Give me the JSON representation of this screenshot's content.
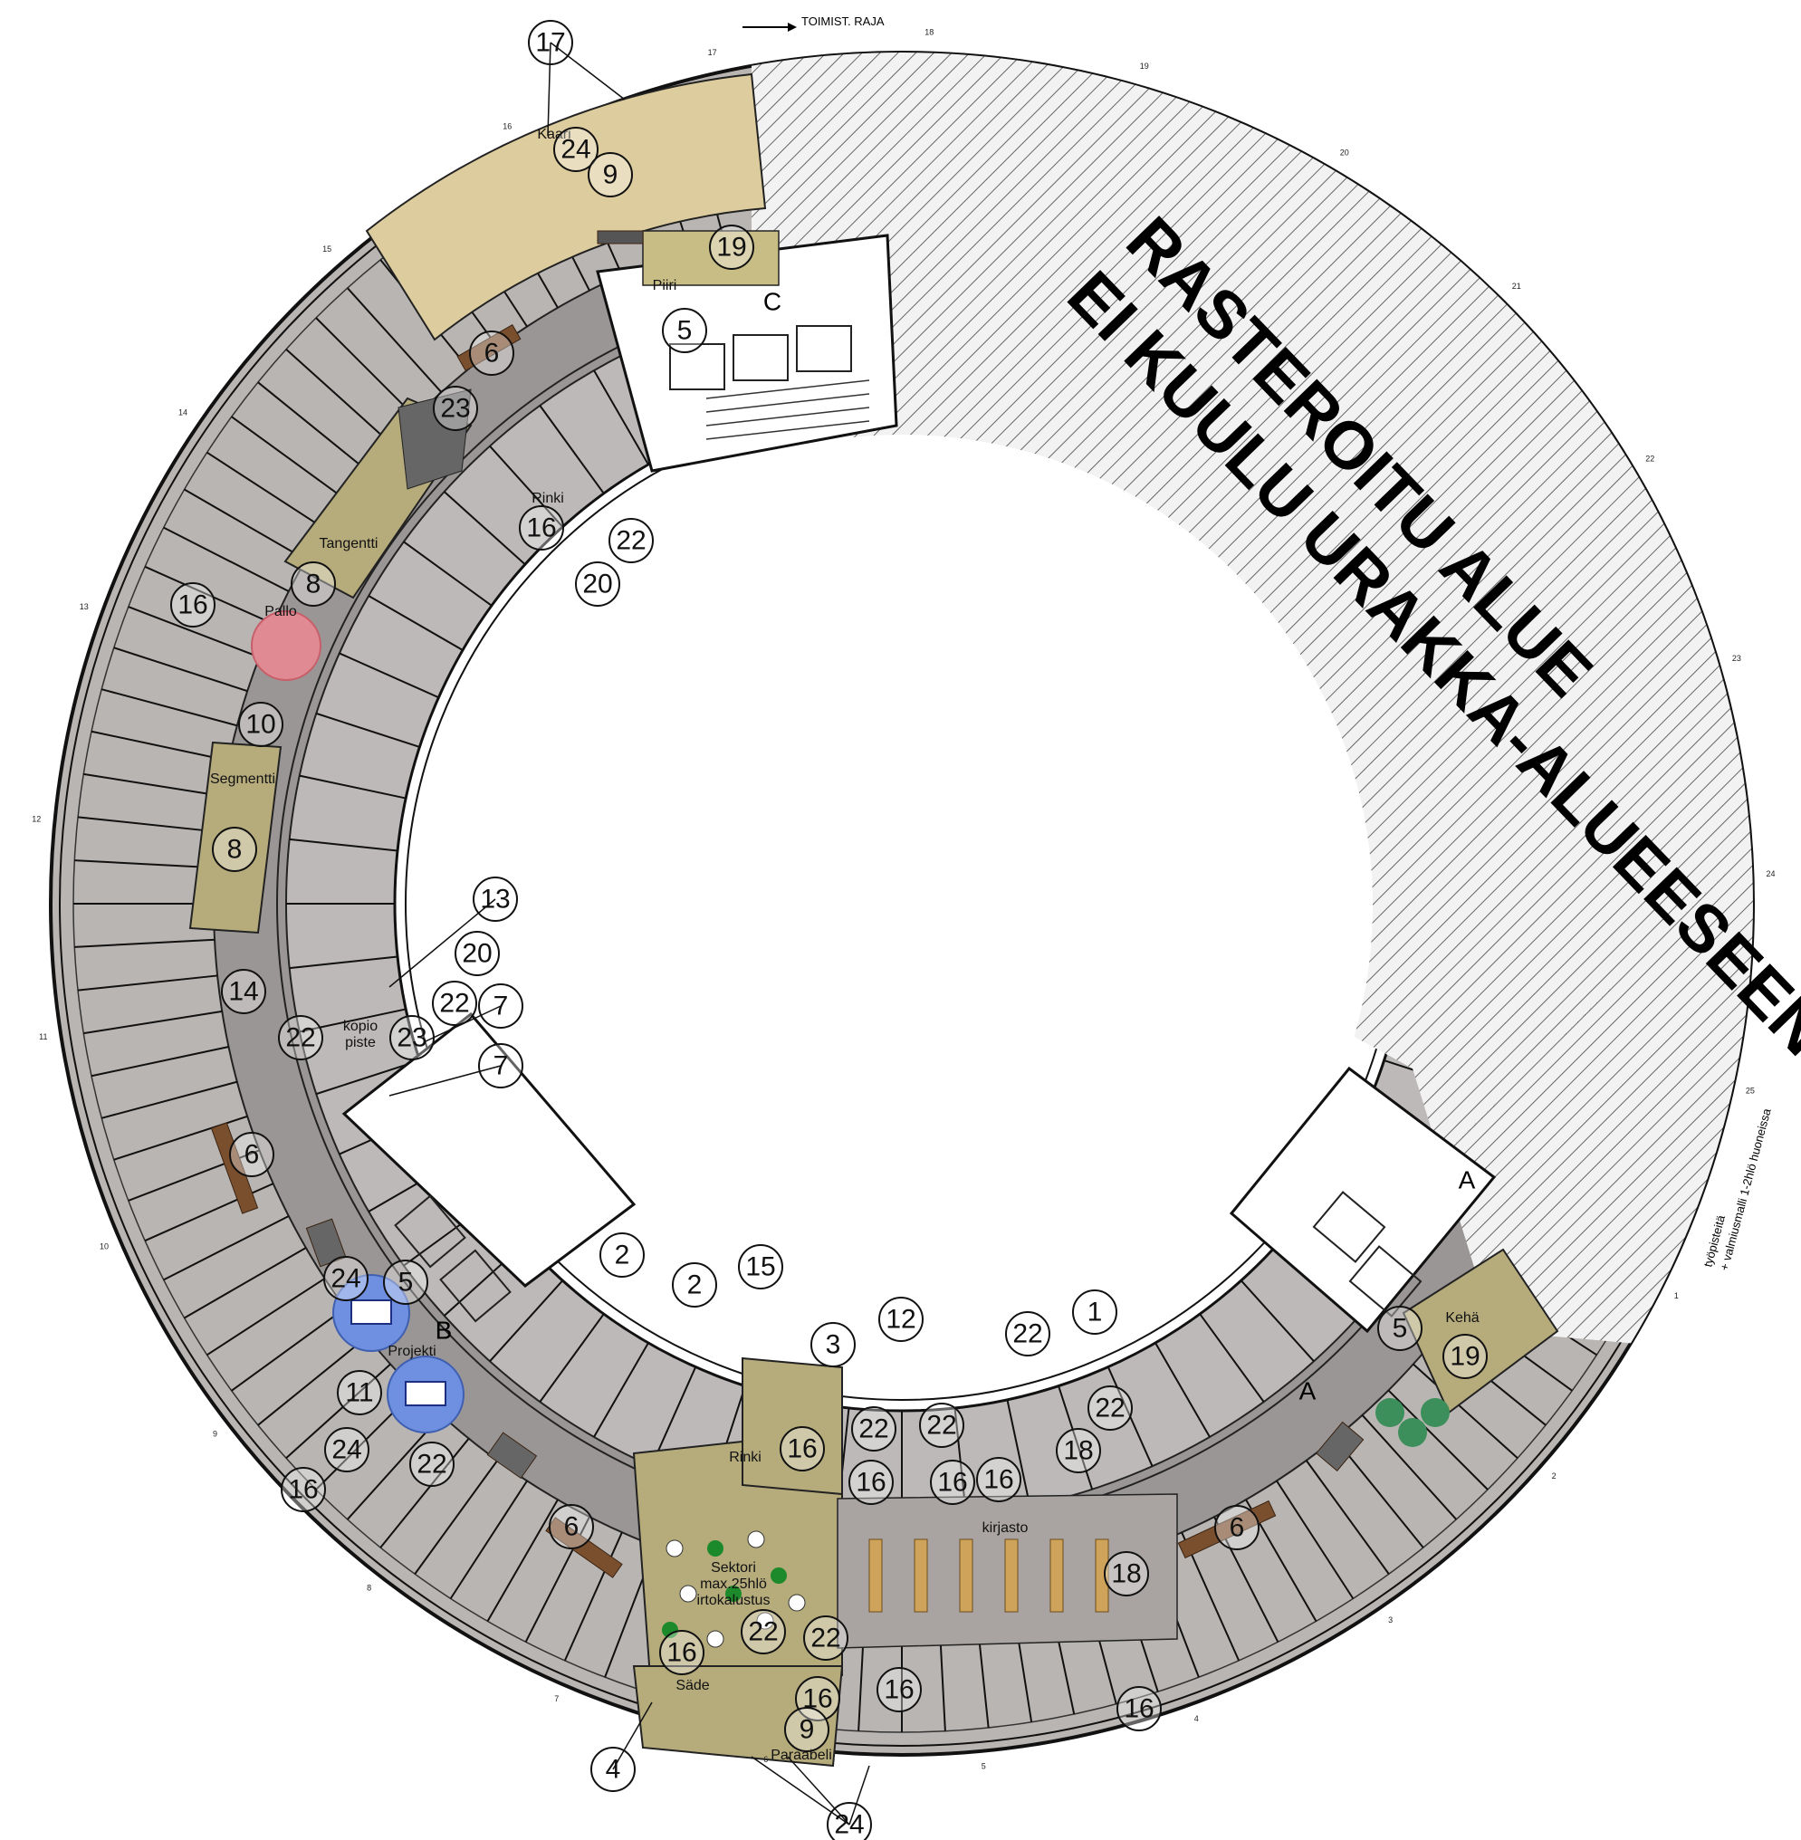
{
  "drawing": {
    "excluded_area_line1": "RASTEROITU ALUE",
    "excluded_area_line2": "EI KUULU URAKKA-ALUEESEEN",
    "boundary_note": "TOIMIST. RAJA",
    "rotated_note_line1": "työpisteitä",
    "rotated_note_line2": "+ valmiusmalli 1-2hlö huoneissa"
  },
  "zones": [
    {
      "id": "A",
      "label": "A"
    },
    {
      "id": "A2",
      "label": "A"
    },
    {
      "id": "B",
      "label": "B"
    },
    {
      "id": "C",
      "label": "C"
    }
  ],
  "rooms": [
    {
      "id": "piiri",
      "label": "Piiri"
    },
    {
      "id": "rinki-top",
      "label": "Rinki"
    },
    {
      "id": "tangentti",
      "label": "Tangentti"
    },
    {
      "id": "pallo",
      "label": "Pallo"
    },
    {
      "id": "segmentti",
      "label": "Segmentti"
    },
    {
      "id": "kopio1",
      "label": "kopio"
    },
    {
      "id": "kopio2",
      "label": "piste"
    },
    {
      "id": "projekti",
      "label": "Projekti"
    },
    {
      "id": "rinki-bottom",
      "label": "Rinki"
    },
    {
      "id": "tori1",
      "label": "Sektori"
    },
    {
      "id": "tori2",
      "label": "max.25hlö"
    },
    {
      "id": "tori3",
      "label": "irtokalustus"
    },
    {
      "id": "sade",
      "label": "Säde"
    },
    {
      "id": "paraabeli",
      "label": "Paraabeli"
    },
    {
      "id": "kirjasto",
      "label": "kirjasto"
    },
    {
      "id": "keha",
      "label": "Kehä"
    },
    {
      "id": "kaari",
      "label": "Kaari"
    }
  ],
  "callouts": [
    {
      "id": "c17",
      "num": "17"
    },
    {
      "id": "c24a",
      "num": "24"
    },
    {
      "id": "c9a",
      "num": "9"
    },
    {
      "id": "c19a",
      "num": "19"
    },
    {
      "id": "c5a",
      "num": "5"
    },
    {
      "id": "c6a",
      "num": "6"
    },
    {
      "id": "c23a",
      "num": "23"
    },
    {
      "id": "c16a",
      "num": "16"
    },
    {
      "id": "c22a",
      "num": "22"
    },
    {
      "id": "c20a",
      "num": "20"
    },
    {
      "id": "c8a",
      "num": "8"
    },
    {
      "id": "c16b",
      "num": "16"
    },
    {
      "id": "c10",
      "num": "10"
    },
    {
      "id": "c8b",
      "num": "8"
    },
    {
      "id": "c13",
      "num": "13"
    },
    {
      "id": "c20b",
      "num": "20"
    },
    {
      "id": "c14",
      "num": "14"
    },
    {
      "id": "c22b",
      "num": "22"
    },
    {
      "id": "c7a",
      "num": "7"
    },
    {
      "id": "c22c",
      "num": "22"
    },
    {
      "id": "c23b",
      "num": "23"
    },
    {
      "id": "c7b",
      "num": "7"
    },
    {
      "id": "c6b",
      "num": "6"
    },
    {
      "id": "c24b",
      "num": "24"
    },
    {
      "id": "c5b",
      "num": "5"
    },
    {
      "id": "c11",
      "num": "11"
    },
    {
      "id": "c24c",
      "num": "24"
    },
    {
      "id": "c16c",
      "num": "16"
    },
    {
      "id": "c22d",
      "num": "22"
    },
    {
      "id": "c2a",
      "num": "2"
    },
    {
      "id": "c2b",
      "num": "2"
    },
    {
      "id": "c15",
      "num": "15"
    },
    {
      "id": "c3",
      "num": "3"
    },
    {
      "id": "c12",
      "num": "12"
    },
    {
      "id": "c22e",
      "num": "22"
    },
    {
      "id": "c1",
      "num": "1"
    },
    {
      "id": "c5c",
      "num": "5"
    },
    {
      "id": "c19b",
      "num": "19"
    },
    {
      "id": "c6c",
      "num": "6"
    },
    {
      "id": "c22f",
      "num": "22"
    },
    {
      "id": "c22g",
      "num": "22"
    },
    {
      "id": "c16d",
      "num": "16"
    },
    {
      "id": "c16e",
      "num": "16"
    },
    {
      "id": "c16f",
      "num": "16"
    },
    {
      "id": "c16g",
      "num": "16"
    },
    {
      "id": "c18a",
      "num": "18"
    },
    {
      "id": "c22h",
      "num": "22"
    },
    {
      "id": "c18b",
      "num": "18"
    },
    {
      "id": "c6d",
      "num": "6"
    },
    {
      "id": "c22i",
      "num": "22"
    },
    {
      "id": "c22j",
      "num": "22"
    },
    {
      "id": "c16h",
      "num": "16"
    },
    {
      "id": "c16i",
      "num": "16"
    },
    {
      "id": "c16j",
      "num": "16"
    },
    {
      "id": "c9b",
      "num": "9"
    },
    {
      "id": "c16k",
      "num": "16"
    },
    {
      "id": "c4",
      "num": "4"
    },
    {
      "id": "c24d",
      "num": "24"
    }
  ],
  "grid_refs": [
    "1",
    "2",
    "3",
    "4",
    "5",
    "6",
    "7",
    "8",
    "9",
    "10",
    "11",
    "12",
    "13",
    "14",
    "15",
    "16",
    "17",
    "18",
    "19",
    "20",
    "21",
    "22",
    "23",
    "24",
    "25"
  ],
  "colors": {
    "corridor": "#9b9696",
    "office_room": "#bdb9b8",
    "work_area_beige": "#ddcc9d",
    "meeting_olive": "#b5ab7b",
    "hatch": "#555555",
    "projekti_blue": "#6f8fe0",
    "pallo_pink": "#e08b93",
    "keha_green": "#3c8e5a"
  }
}
